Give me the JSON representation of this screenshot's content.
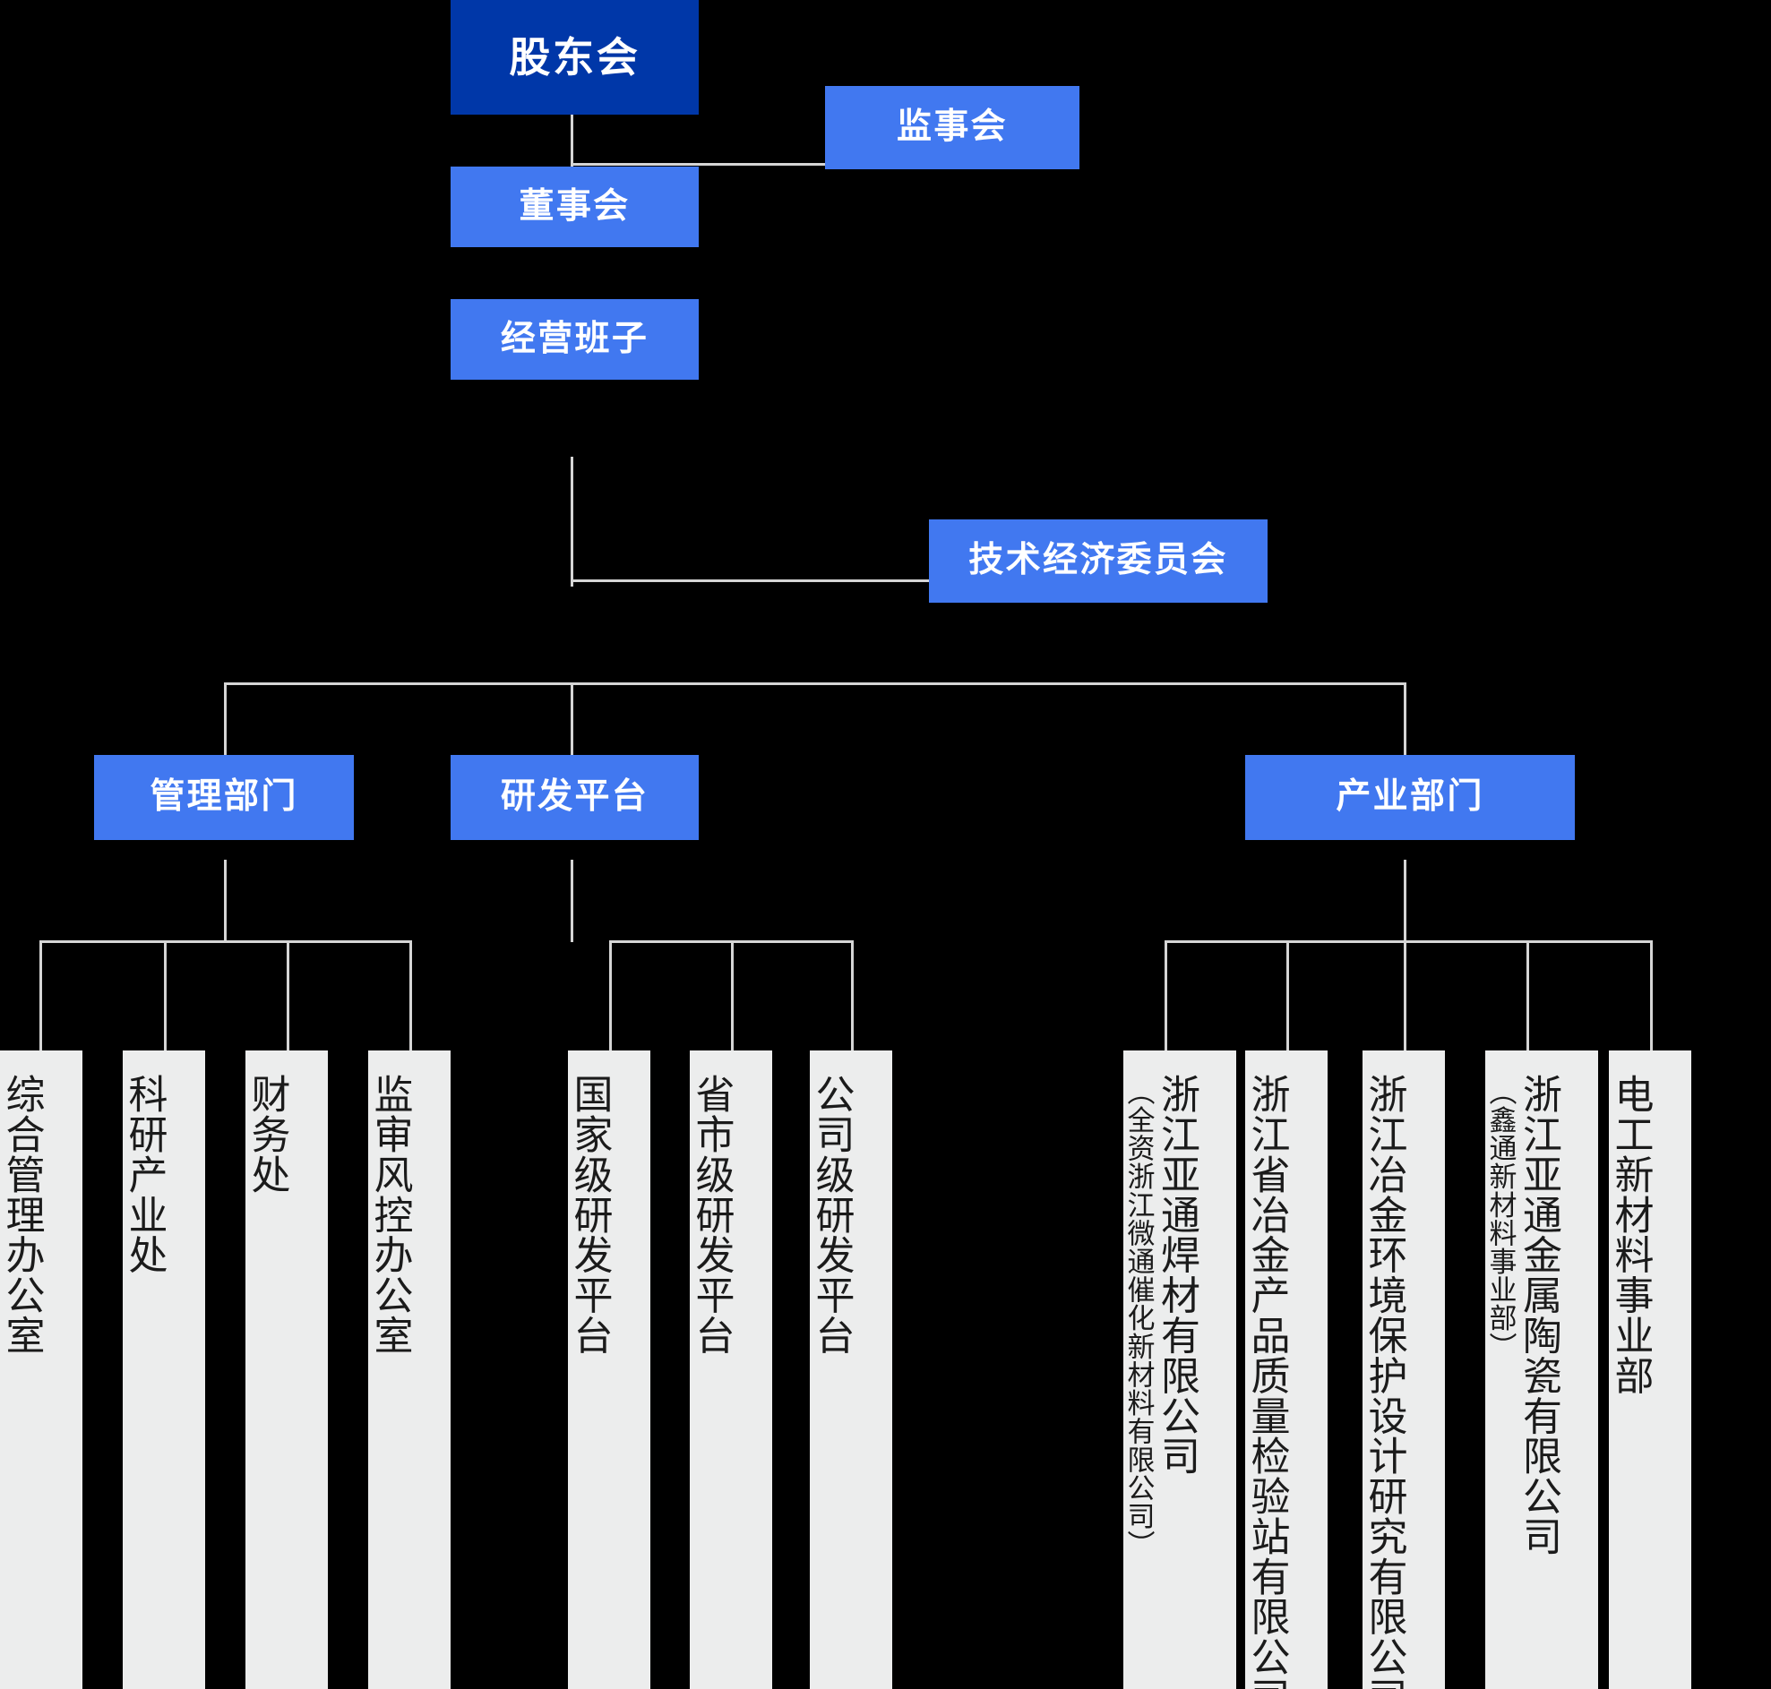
{
  "colors": {
    "background": "#000000",
    "root_box": "#0037A8",
    "tier_box": "#4178F0",
    "leaf_box": "#eceded",
    "connector": "#d5d5d5",
    "tier_text": "#ffffff",
    "leaf_text": "#1b1b1b"
  },
  "tiers": {
    "shareholders": "股东会",
    "supervisory_board": "监事会",
    "board_of_directors": "董事会",
    "management_team": "经营班子",
    "tech_economy_committee": "技术经济委员会"
  },
  "divisions": [
    {
      "key": "management",
      "label": "管理部门"
    },
    {
      "key": "rnd",
      "label": "研发平台"
    },
    {
      "key": "industry",
      "label": "产业部门"
    }
  ],
  "leaves": {
    "management": [
      {
        "main": "综合管理办公室",
        "sub": ""
      },
      {
        "main": "科研产业处",
        "sub": ""
      },
      {
        "main": "财务处",
        "sub": ""
      },
      {
        "main": "监审风控办公室",
        "sub": ""
      }
    ],
    "rnd": [
      {
        "main": "国家级研发平台",
        "sub": ""
      },
      {
        "main": "省市级研发平台",
        "sub": ""
      },
      {
        "main": "公司级研发平台",
        "sub": ""
      }
    ],
    "industry": [
      {
        "main": "浙江亚通焊材有限公司",
        "sub": "（全资浙江微通催化新材料有限公司）"
      },
      {
        "main": "浙江省冶金产品质量检验站有限公司",
        "sub": ""
      },
      {
        "main": "浙江冶金环境保护设计研究有限公司",
        "sub": ""
      },
      {
        "main": "浙江亚通金属陶瓷有限公司",
        "sub": "（鑫通新材料事业部）"
      },
      {
        "main": "电工新材料事业部",
        "sub": ""
      }
    ]
  }
}
